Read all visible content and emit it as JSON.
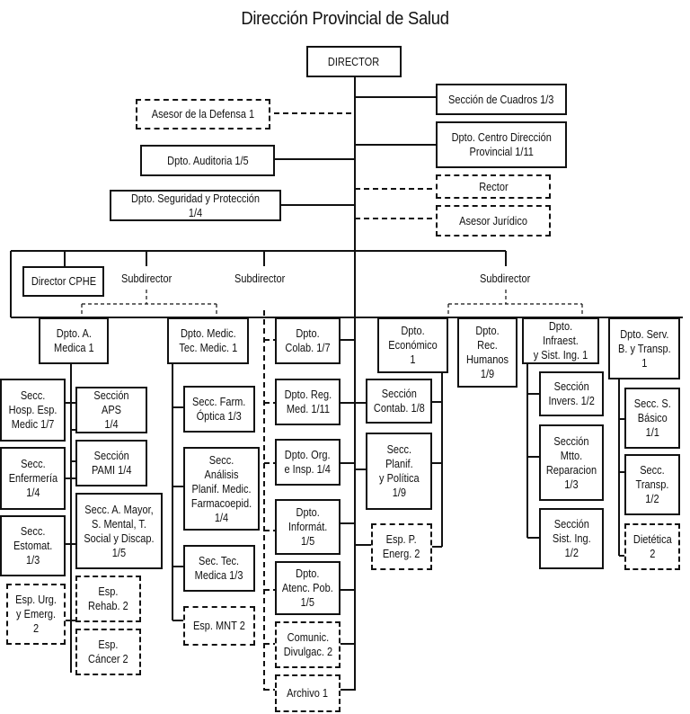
{
  "title": "Dirección Provincial de Salud",
  "top": {
    "director": "DIRECTOR",
    "asesor_defensa": "Asesor de la  Defensa 1",
    "auditoria": "Dpto. Auditoria 1/5",
    "seguridad": "Dpto.  Seguridad  y Protección 1/4",
    "cuadros": "Sección de Cuadros  1/3",
    "centro_direccion": "Dpto. Centro Dirección\nProvincial  1/11",
    "rector": "Rector",
    "asesor_juridico": "Asesor Jurídico"
  },
  "middle": {
    "director_cphe": "Director CPHE",
    "subdirector_1": "Subdirector",
    "subdirector_2": "Subdirector",
    "subdirector_3": "Subdirector"
  },
  "depts": {
    "a_medica": "Dpto. A.\nMedica 1",
    "medic_tec": "Dpto. Medic.\nTec. Medic. 1",
    "colab": "Dpto.\nColab. 1/7",
    "reg_med": "Dpto. Reg.\nMed. 1/11",
    "org_insp": "Dpto. Org.\ne Insp. 1/4",
    "informat": "Dpto.\nInformát.\n1/5",
    "atenc_pob": "Dpto.\nAtenc. Pob.\n1/5",
    "comunic": "Comunic.\nDivulgac.  2",
    "archivo": "Archivo  1",
    "economico": "Dpto.\nEconómico 1",
    "rec_humanos": "Dpto. Rec.\nHumanos\n1/9",
    "infraest": "Dpto. Infraest.\ny Sist. Ing. 1",
    "serv_transp": "Dpto.  Serv.\nB. y Transp.\n1"
  },
  "sections": {
    "hosp_esp": "Secc.\nHosp. Esp.\nMedic 1/7",
    "enfermeria": "Secc.\nEnfermería\n1/4",
    "estomat": "Secc.\nEstomat.\n1/3",
    "urg_emerg": "Esp. Urg.\ny Emerg.\n2",
    "aps": "Sección APS\n1/4",
    "pami": "Sección\nPAMI 1/4",
    "a_mayor": "Secc. A. Mayor,\nS. Mental, T.\nSocial y Discap.\n1/5",
    "rehab": "Esp.\nRehab.  2",
    "cancer": "Esp.\nCáncer 2",
    "farm_optica": "Secc. Farm.\nÓptica 1/3",
    "analisis": "Secc. Análisis\nPlanif. Medic.\nFarmacoepid.\n1/4",
    "tec_medica": "Sec. Tec.\nMedica 1/3",
    "mnt": "Esp. MNT 2",
    "contab": "Sección\nContab. 1/8",
    "planif_politica": "Secc.\nPlanif.\ny Política\n1/9",
    "energ": "Esp. P.\nEnerg. 2",
    "invers": "Sección\nInvers.  1/2",
    "mtto": "Sección\nMtto.\nReparacion\n1/3",
    "sist_ing": "Sección\nSist. Ing.\n1/2",
    "s_basico": "Secc. S.\nBásico\n1/1",
    "transp": "Secc.\nTransp.\n1/2",
    "dietetica": "Dietética\n2"
  }
}
